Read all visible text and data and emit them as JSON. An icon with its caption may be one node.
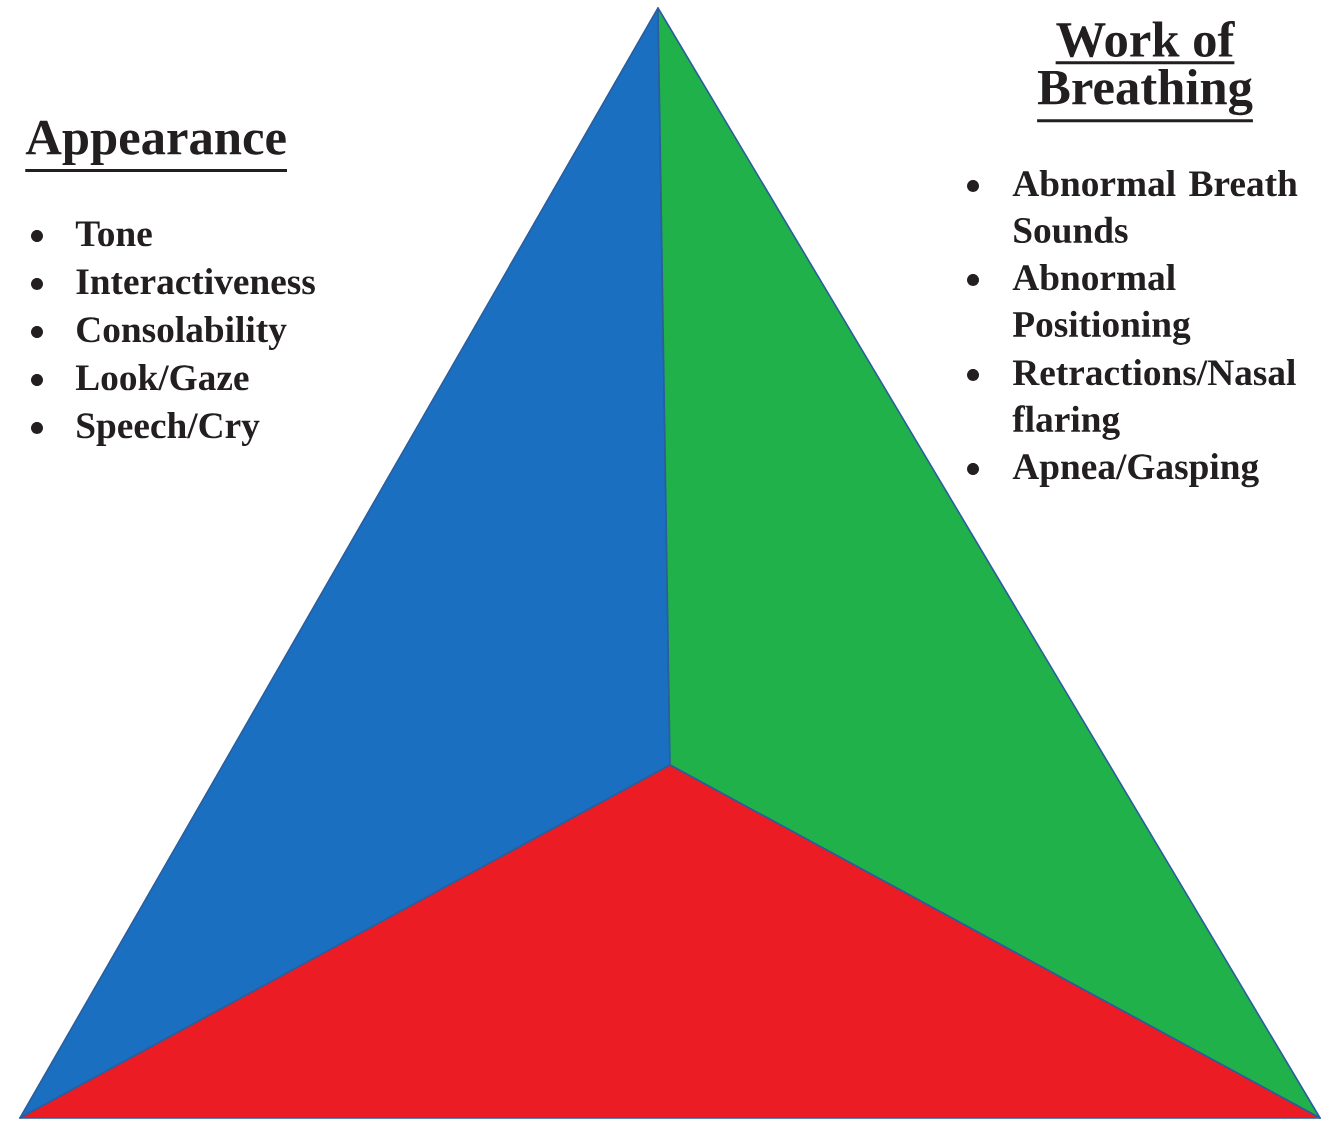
{
  "diagram": {
    "nodes": [
      {
        "text": [
          "Appearance",
          "Tone",
          "Interactiveness",
          "Consolability",
          "Look/Gaze",
          "Speech/Cry"
        ]
      },
      {
        "text": [
          "Work of Breathing",
          "Abnormal Breath Sounds",
          "Abnormal Positioning",
          "Retractions/Nasal flaring",
          "Apnea/Gasping"
        ]
      },
      {
        "text": [],
        "shape": "triangle"
      }
    ]
  }
}
